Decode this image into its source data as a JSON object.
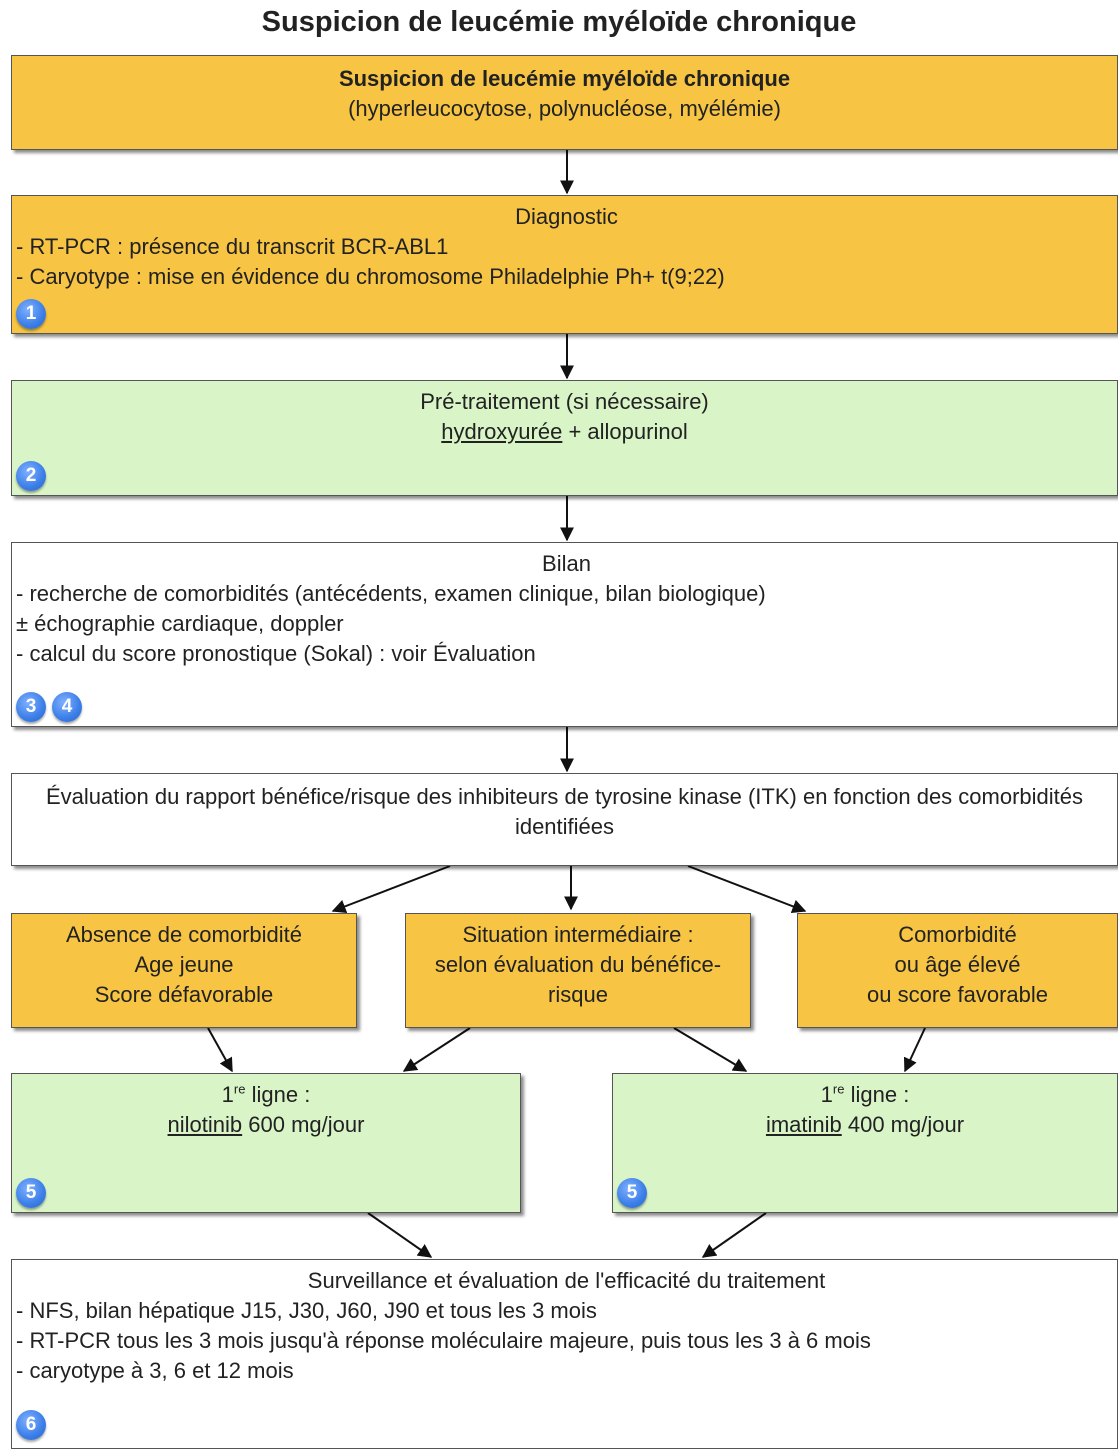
{
  "title": "Suspicion de leucémie myéloïde chronique",
  "box_suspicion": {
    "heading": "Suspicion de leucémie myéloïde chronique",
    "sub": "(hyperleucocytose, polynucléose, myélémie)"
  },
  "box_diagnostic": {
    "heading": "Diagnostic",
    "lines": [
      "- RT-PCR : présence du transcrit BCR-ABL1",
      "- Caryotype : mise en évidence du chromosome Philadelphie Ph+ t(9;22)"
    ],
    "badges": [
      "1"
    ]
  },
  "box_pretraitement": {
    "heading": "Pré-traitement (si nécessaire)",
    "drug": "hydroxyurée",
    "rest": " + allopurinol",
    "badges": [
      "2"
    ]
  },
  "box_bilan": {
    "heading": "Bilan",
    "lines": [
      "- recherche de comorbidités (antécédents, examen clinique, bilan biologique)",
      "± échographie cardiaque, doppler",
      "- calcul du score pronostique (Sokal) : voir Évaluation"
    ],
    "badges": [
      "3",
      "4"
    ]
  },
  "box_evaluation": {
    "text": "Évaluation du rapport bénéfice/risque des inhibiteurs de tyrosine kinase (ITK) en fonction des comorbidités identifiées"
  },
  "box_absence": {
    "lines": [
      "Absence de comorbidité",
      "Age jeune",
      "Score défavorable"
    ]
  },
  "box_intermediaire": {
    "lines": [
      "Situation intermédiaire :",
      "selon évaluation du bénéfice-",
      "risque"
    ]
  },
  "box_comorbidite": {
    "lines": [
      "Comorbidité",
      "ou âge élevé",
      "ou score favorable"
    ]
  },
  "box_nilotinib": {
    "ligne_num": "1",
    "ligne_sup": "re",
    "ligne_label": " ligne :",
    "drug": "nilotinib",
    "dose": " 600 mg/jour",
    "badges": [
      "5"
    ]
  },
  "box_imatinib": {
    "ligne_num": "1",
    "ligne_sup": "re",
    "ligne_label": " ligne :",
    "drug": "imatinib",
    "dose": " 400 mg/jour",
    "badges": [
      "5"
    ]
  },
  "box_surveillance": {
    "heading": "Surveillance et évaluation de l'efficacité du traitement",
    "lines": [
      "- NFS, bilan hépatique J15, J30, J60, J90 et tous les 3 mois",
      "- RT-PCR tous les 3 mois jusqu'à réponse moléculaire majeure, puis tous les 3 à 6 mois",
      "- caryotype à 3, 6 et 12 mois"
    ],
    "badges": [
      "6"
    ]
  },
  "colors": {
    "orange": "#f7c543",
    "green": "#d9f5c8",
    "badge_blue": "#3b7ee8",
    "border": "#555555"
  }
}
